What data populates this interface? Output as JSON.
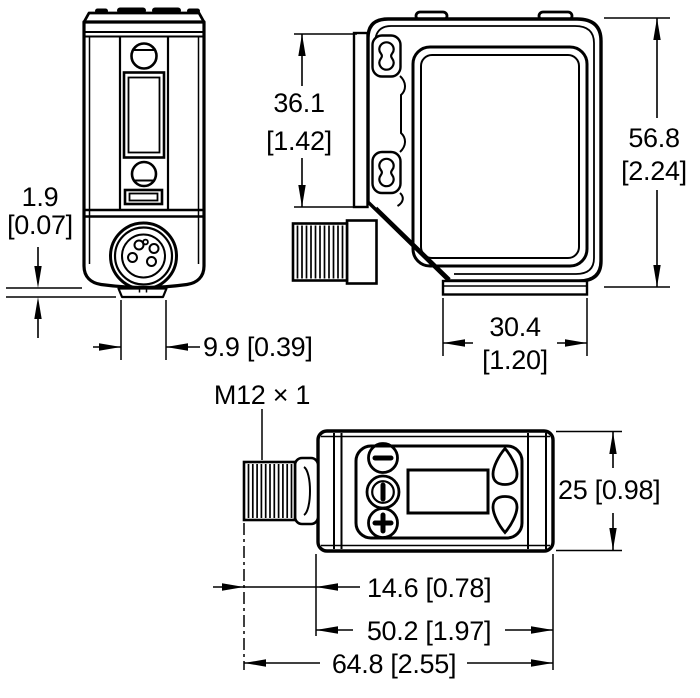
{
  "drawing": {
    "colors": {
      "line": "#000000",
      "background": "#ffffff"
    },
    "dims": {
      "standoff_mm": "1.9",
      "standoff_in": "[0.07]",
      "foot_width": "9.9 [0.39]",
      "window_height_mm": "36.1",
      "window_height_in": "[1.42]",
      "height_mm": "56.8",
      "height_in": "[2.24]",
      "base_width_mm": "30.4",
      "base_width_in": "[1.20]",
      "thread": "M12 × 1",
      "depth": "25 [0.98]",
      "connector_length": "14.6 [0.78]",
      "body_length": "50.2 [1.97]",
      "overall_length": "64.8 [2.55]"
    }
  }
}
